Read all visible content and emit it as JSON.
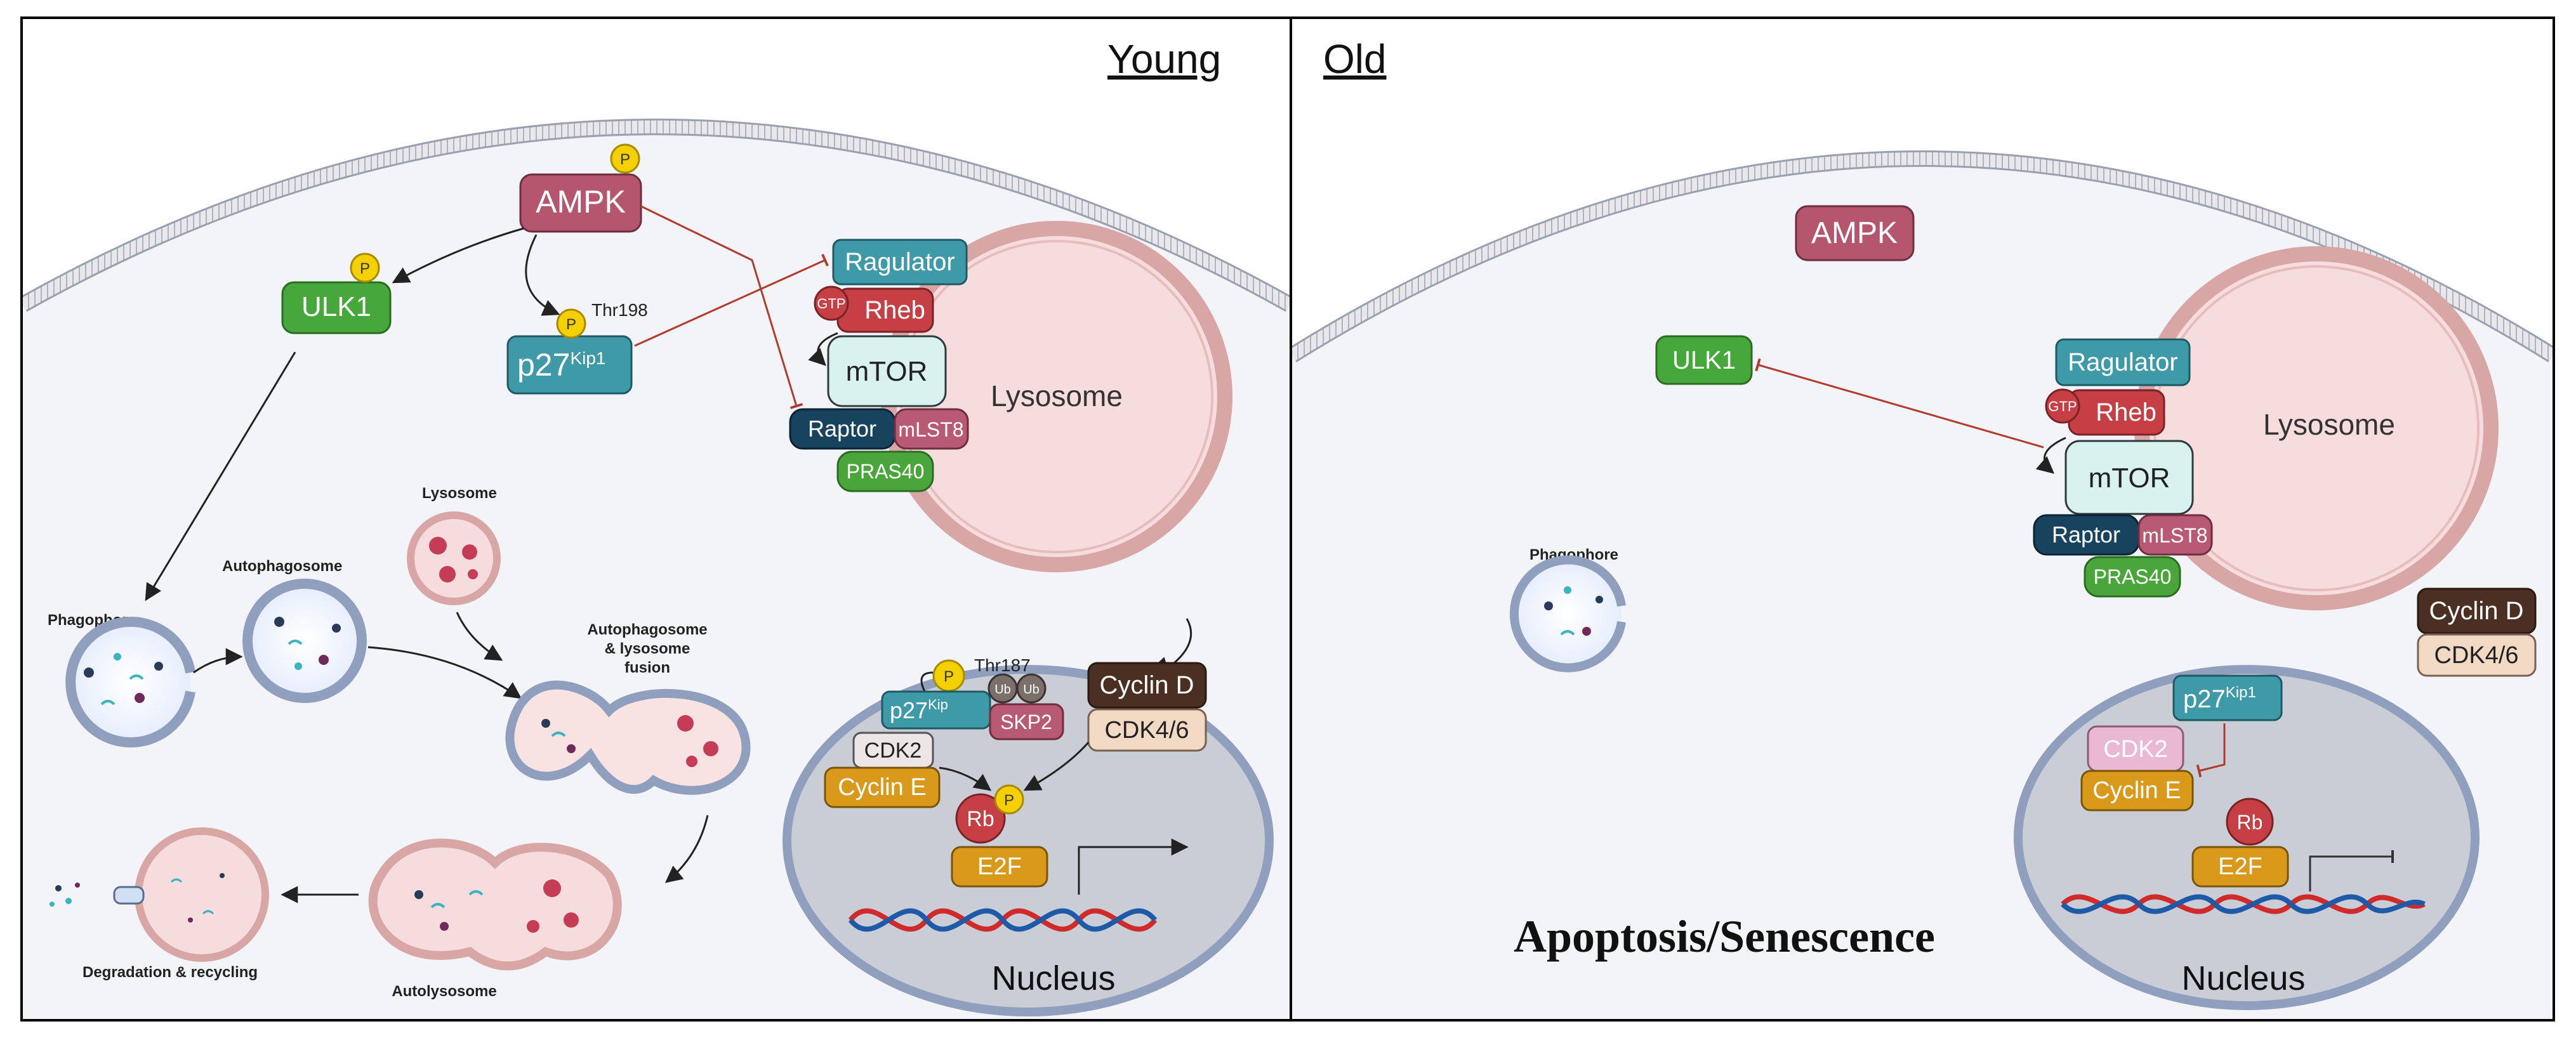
{
  "panels": {
    "young": {
      "label": "Young"
    },
    "old": {
      "label": "Old"
    }
  },
  "young": {
    "ampk": "AMPK",
    "ulk1": "ULK1",
    "p27": "p27",
    "p27_sup": "Kip1",
    "thr198": "Thr198",
    "phospho": "P",
    "ragulator": "Ragulator",
    "gtp": "GTP",
    "rheb": "Rheb",
    "mtor": "mTOR",
    "raptor": "Raptor",
    "mlst8": "mLST8",
    "pras40": "PRAS40",
    "lysosome_big": "Lysosome",
    "lysosome_small": "Lysosome",
    "phagophore": "Phagophore",
    "autophagosome": "Autophagosome",
    "fusion_line1": "Autophagosome",
    "fusion_line2": "& lysosome",
    "fusion_line3": "fusion",
    "autolysosome": "Autolysosome",
    "degradation": "Degradation & recycling",
    "nucleus": "Nucleus",
    "thr187": "Thr187",
    "ub1": "Ub",
    "ub2": "Ub",
    "p27n": "p27",
    "p27n_sup": "Kip",
    "skp2": "SKP2",
    "cdk2": "CDK2",
    "cyclin_e": "Cyclin E",
    "rb": "Rb",
    "cyclin_d": "Cyclin D",
    "cdk46": "CDK4/6",
    "e2f": "E2F"
  },
  "old": {
    "ampk": "AMPK",
    "ulk1": "ULK1",
    "ragulator": "Ragulator",
    "gtp": "GTP",
    "rheb": "Rheb",
    "mtor": "mTOR",
    "raptor": "Raptor",
    "mlst8": "mLST8",
    "pras40": "PRAS40",
    "lysosome": "Lysosome",
    "phagophore": "Phagophore",
    "cyclin_d": "Cyclin D",
    "cdk46": "CDK4/6",
    "p27": "p27",
    "p27_sup": "Kip1",
    "cdk2": "CDK2",
    "cyclin_e": "Cyclin E",
    "rb": "Rb",
    "e2f": "E2F",
    "nucleus": "Nucleus",
    "apoptosis": "Apoptosis/Senescence"
  },
  "colors": {
    "ampk": "#b5566e",
    "ulk1": "#46a83a",
    "teal": "#3f9aa8",
    "rheb": "#c63f45",
    "mtor": "#d9f2f0",
    "raptor": "#17435f",
    "mlst8": "#b85a73",
    "pras40": "#4aa63b",
    "phospho": "#f5d000",
    "cyclin_d": "#4a2f22",
    "cdk46": "#f2d9c4",
    "cdk2": "#e9b9d4",
    "cyclin_e": "#d99a1c",
    "inhibit": "#b23a2e",
    "lysosome": "#f6dcdc",
    "nucleus": "#c9cdd6",
    "cell": "#eef0f4"
  }
}
